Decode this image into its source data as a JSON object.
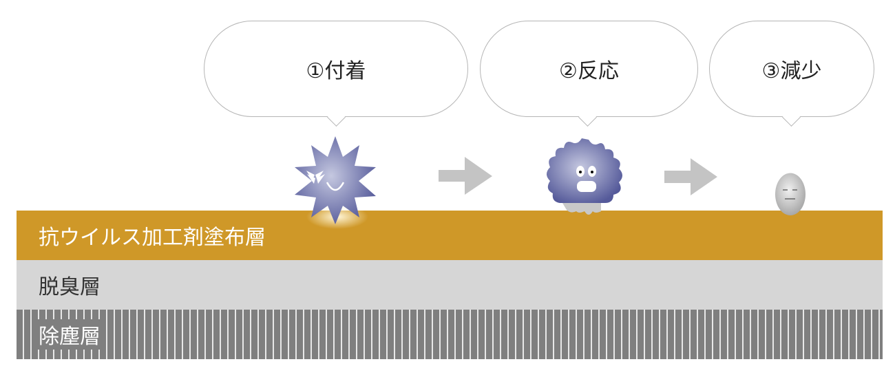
{
  "steps": [
    {
      "label": "①付着"
    },
    {
      "label": "②反応"
    },
    {
      "label": "③減少"
    }
  ],
  "layers": [
    {
      "label": "抗ウイルス加工剤塗布層",
      "color": "#cf9828"
    },
    {
      "label": "脱臭層",
      "color": "#d6d6d6"
    },
    {
      "label": "除塵層",
      "color": "#7f7f7f"
    }
  ],
  "colors": {
    "virus": "#5a5f9e",
    "arrow": "#bdbdbd"
  }
}
